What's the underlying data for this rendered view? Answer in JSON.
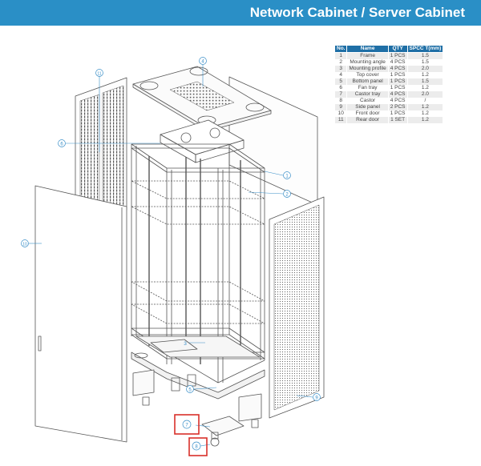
{
  "title": "Network Cabinet / Server Cabinet",
  "table": {
    "headers": [
      "No.",
      "Name",
      "QTY",
      "SPCC T(mm)"
    ],
    "rows": [
      [
        "1",
        "Frame",
        "1 PCS",
        "1.5"
      ],
      [
        "2",
        "Mounting angle",
        "4 PCS",
        "1.5"
      ],
      [
        "3",
        "Mounting profile",
        "4 PCS",
        "2.0"
      ],
      [
        "4",
        "Top cover",
        "1 PCS",
        "1.2"
      ],
      [
        "5",
        "Bottom panel",
        "1 PCS",
        "1.5"
      ],
      [
        "6",
        "Fan tray",
        "1 PCS",
        "1.2"
      ],
      [
        "7",
        "Castor tray",
        "4 PCS",
        "2.0"
      ],
      [
        "8",
        "Castor",
        "4 PCS",
        "/"
      ],
      [
        "9",
        "Side panel",
        "2 PCS",
        "1.2"
      ],
      [
        "10",
        "Front door",
        "1 PCS",
        "1.2"
      ],
      [
        "11",
        "Rear door",
        "1 SET",
        "1.2"
      ]
    ]
  },
  "callouts": [
    "1",
    "2",
    "3",
    "4",
    "5",
    "6",
    "7",
    "8",
    "9",
    "10",
    "11"
  ],
  "colors": {
    "banner": "#2a8fc6",
    "table_header": "#1f6fa6",
    "callout": "#3a8fc8",
    "highlight": "#d9302a",
    "line": "#555555"
  }
}
